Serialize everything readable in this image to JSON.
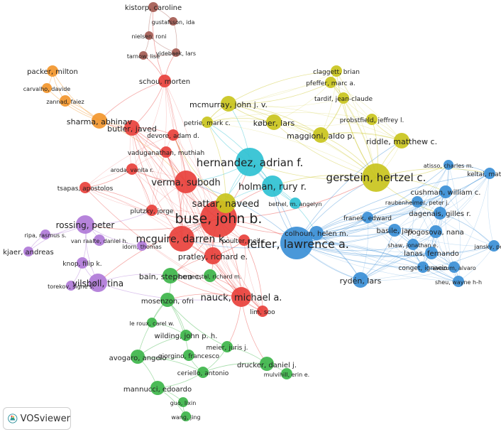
{
  "clusters": {
    "red": "#e8413c",
    "green": "#3db54a",
    "blue": "#3b8fd6",
    "yellow": "#c9c41d",
    "purple": "#b07ad8",
    "cyan": "#2fc1d3",
    "orange": "#f2962c",
    "brown": "#a45b52"
  },
  "nodes": [
    {
      "id": "buse",
      "label": "buse, john b.",
      "c": "red",
      "size": 26
    },
    {
      "id": "leiter",
      "label": "leiter, lawrence a.",
      "c": "blue",
      "size": 23
    },
    {
      "id": "hernandez",
      "label": "hernandez, adrian f.",
      "c": "cyan",
      "size": 20
    },
    {
      "id": "gerstein",
      "label": "gerstein, hertzel c.",
      "c": "yellow",
      "size": 20
    },
    {
      "id": "mcguire",
      "label": "mcguire, darren k.",
      "c": "red",
      "size": 18
    },
    {
      "id": "verma",
      "label": "verma, subodh",
      "c": "red",
      "size": 16
    },
    {
      "id": "holman",
      "label": "holman, rury r.",
      "c": "cyan",
      "size": 15
    },
    {
      "id": "sattar",
      "label": "sattar, naveed",
      "c": "yellow",
      "size": 14
    },
    {
      "id": "nauck",
      "label": "nauck, michael a.",
      "c": "red",
      "size": 14
    },
    {
      "id": "rossing",
      "label": "rossing, peter",
      "c": "purple",
      "size": 13
    },
    {
      "id": "vilsboll",
      "label": "vilsbøll, tina",
      "c": "purple",
      "size": 13
    },
    {
      "id": "pratley",
      "label": "pratley, richard e.",
      "c": "red",
      "size": 12
    },
    {
      "id": "sharma",
      "label": "sharma, abhinav",
      "c": "orange",
      "size": 11
    },
    {
      "id": "butler",
      "label": "butler, javed",
      "c": "red",
      "size": 11
    },
    {
      "id": "maggioni",
      "label": "maggioni, aldo p.",
      "c": "yellow",
      "size": 11
    },
    {
      "id": "riddle",
      "label": "riddle, matthew c.",
      "c": "yellow",
      "size": 11
    },
    {
      "id": "ryden",
      "label": "rydén, lars",
      "c": "blue",
      "size": 11
    },
    {
      "id": "kober",
      "label": "køber, lars",
      "c": "yellow",
      "size": 11
    },
    {
      "id": "mcmurray",
      "label": "mcmurray, john j. v.",
      "c": "yellow",
      "size": 11
    },
    {
      "id": "bain",
      "label": "bain, stephen c.",
      "c": "green",
      "size": 11
    },
    {
      "id": "colhoun",
      "label": "colhoun, helen m.",
      "c": "blue",
      "size": 10
    },
    {
      "id": "mosenzon",
      "label": "mosenzon, ofri",
      "c": "green",
      "size": 10
    },
    {
      "id": "drucker",
      "label": "drucker, daniel j.",
      "c": "green",
      "size": 10
    },
    {
      "id": "avogaro",
      "label": "avogaro, angelo",
      "c": "green",
      "size": 10
    },
    {
      "id": "mannucci",
      "label": "mannucci, edoardo",
      "c": "green",
      "size": 10
    },
    {
      "id": "cushman",
      "label": "cushman, william c.",
      "c": "blue",
      "size": 9
    },
    {
      "id": "pogosova",
      "label": "pogosova, nana",
      "c": "blue",
      "size": 9
    },
    {
      "id": "lanas",
      "label": "lanas, fernando",
      "c": "blue",
      "size": 9
    },
    {
      "id": "dagenais",
      "label": "dagenais, gilles r.",
      "c": "blue",
      "size": 9
    },
    {
      "id": "basile",
      "label": "basile, jan",
      "c": "blue",
      "size": 9
    },
    {
      "id": "schou",
      "label": "schou, morten",
      "c": "red",
      "size": 9
    },
    {
      "id": "petrie",
      "label": "petrie, mark c.",
      "c": "yellow",
      "size": 8
    },
    {
      "id": "claggett",
      "label": "claggett, brian",
      "c": "yellow",
      "size": 8
    },
    {
      "id": "pfeffer",
      "label": "pfeffer, marc a.",
      "c": "yellow",
      "size": 8
    },
    {
      "id": "tardif",
      "label": "tardif, jean-claude",
      "c": "yellow",
      "size": 8
    },
    {
      "id": "probstfield",
      "label": "probstfield, jeffrey l.",
      "c": "yellow",
      "size": 8
    },
    {
      "id": "devore",
      "label": "devore, adam d.",
      "c": "red",
      "size": 8
    },
    {
      "id": "vaduganathan",
      "label": "vaduganathan, muthiah",
      "c": "red",
      "size": 8
    },
    {
      "id": "arodaa",
      "label": "aroda, vanita r.",
      "c": "red",
      "size": 8
    },
    {
      "id": "tsapas",
      "label": "tsapas, apostolos",
      "c": "red",
      "size": 8
    },
    {
      "id": "plutzky",
      "label": "plutzky, jorge",
      "c": "red",
      "size": 8
    },
    {
      "id": "packer",
      "label": "packer, milton",
      "c": "orange",
      "size": 8
    },
    {
      "id": "carvalho",
      "label": "carvalho, davide",
      "c": "orange",
      "size": 7
    },
    {
      "id": "zannad",
      "label": "zannad, faiez",
      "c": "orange",
      "size": 8
    },
    {
      "id": "kistorp",
      "label": "kistorp, caroline",
      "c": "brown",
      "size": 7
    },
    {
      "id": "gustafsson",
      "label": "gustafsson, ida",
      "c": "brown",
      "size": 6
    },
    {
      "id": "nielsen",
      "label": "nielsen, roni",
      "c": "brown",
      "size": 6
    },
    {
      "id": "tarnow",
      "label": "tarnow, lise",
      "c": "brown",
      "size": 6
    },
    {
      "id": "videbaek",
      "label": "videbaek, lars",
      "c": "brown",
      "size": 6
    },
    {
      "id": "bethel",
      "label": "bethel, m. angelyn",
      "c": "cyan",
      "size": 8
    },
    {
      "id": "franek",
      "label": "franek, edward",
      "c": "blue",
      "size": 8
    },
    {
      "id": "raubenheimer",
      "label": "raubenheimer, peter j.",
      "c": "blue",
      "size": 8
    },
    {
      "id": "shaw",
      "label": "shaw, jonathan e.",
      "c": "blue",
      "size": 8
    },
    {
      "id": "conget",
      "label": "conget, ignacio",
      "c": "blue",
      "size": 8
    },
    {
      "id": "avezum",
      "label": "avezum, alvaro",
      "c": "blue",
      "size": 8
    },
    {
      "id": "sheu",
      "label": "sheu, wayne h-h",
      "c": "blue",
      "size": 8
    },
    {
      "id": "atisso",
      "label": "atisso, charles m.",
      "c": "blue",
      "size": 7
    },
    {
      "id": "keltai",
      "label": "keltai, matyas",
      "c": "blue",
      "size": 8
    },
    {
      "id": "jansky",
      "label": "jansky, petr",
      "c": "blue",
      "size": 8
    },
    {
      "id": "poulter",
      "label": "poulter, neil r.",
      "c": "red",
      "size": 8
    },
    {
      "id": "bergenstal",
      "label": "bergenstal, richard m.",
      "c": "green",
      "size": 9
    },
    {
      "id": "lim",
      "label": "lim, soo",
      "c": "red",
      "size": 8
    },
    {
      "id": "idorn",
      "label": "idorn, thomas",
      "c": "purple",
      "size": 7
    },
    {
      "id": "vanraalte",
      "label": "van raalte, daniel h.",
      "c": "purple",
      "size": 8
    },
    {
      "id": "ripa",
      "label": "ripa, rasmus s.",
      "c": "purple",
      "size": 7
    },
    {
      "id": "kjaer",
      "label": "kjaer, andreas",
      "c": "purple",
      "size": 7
    },
    {
      "id": "knop",
      "label": "knop, filip k.",
      "c": "purple",
      "size": 8
    },
    {
      "id": "torekov",
      "label": "torekov, signe s.",
      "c": "purple",
      "size": 7
    },
    {
      "id": "leroux",
      "label": "le roux, carel w.",
      "c": "green",
      "size": 7
    },
    {
      "id": "wilding",
      "label": "wilding, john p. h.",
      "c": "green",
      "size": 8
    },
    {
      "id": "meier",
      "label": "meier, juris j.",
      "c": "green",
      "size": 8
    },
    {
      "id": "giorgino",
      "label": "giorgino, francesco",
      "c": "green",
      "size": 8
    },
    {
      "id": "ceriello",
      "label": "ceriello, antonio",
      "c": "green",
      "size": 8
    },
    {
      "id": "mulvihill",
      "label": "mulvihill, erin e.",
      "c": "green",
      "size": 8
    },
    {
      "id": "guolixin",
      "label": "guo, lixin",
      "c": "green",
      "size": 7
    },
    {
      "id": "wangjing",
      "label": "wang, jing",
      "c": "green",
      "size": 7
    }
  ],
  "links": [
    [
      "buse",
      "leiter"
    ],
    [
      "buse",
      "mcguire"
    ],
    [
      "buse",
      "verma"
    ],
    [
      "buse",
      "sattar"
    ],
    [
      "buse",
      "nauck"
    ],
    [
      "buse",
      "pratley"
    ],
    [
      "buse",
      "rossing"
    ],
    [
      "buse",
      "hernandez"
    ],
    [
      "buse",
      "holman"
    ],
    [
      "buse",
      "gerstein"
    ],
    [
      "buse",
      "bain"
    ],
    [
      "buse",
      "vilsboll"
    ],
    [
      "buse",
      "butler"
    ],
    [
      "buse",
      "colhoun"
    ],
    [
      "buse",
      "plutzky"
    ],
    [
      "buse",
      "poulter"
    ],
    [
      "leiter",
      "gerstein"
    ],
    [
      "leiter",
      "ryden"
    ],
    [
      "leiter",
      "colhoun"
    ],
    [
      "leiter",
      "cushman"
    ],
    [
      "leiter",
      "pogosova"
    ],
    [
      "leiter",
      "lanas"
    ],
    [
      "leiter",
      "dagenais"
    ],
    [
      "leiter",
      "basile"
    ],
    [
      "leiter",
      "holman"
    ],
    [
      "leiter",
      "hernandez"
    ],
    [
      "leiter",
      "mcguire"
    ],
    [
      "leiter",
      "verma"
    ],
    [
      "leiter",
      "riddle"
    ],
    [
      "leiter",
      "franek"
    ],
    [
      "leiter",
      "keltai"
    ],
    [
      "leiter",
      "jansky"
    ],
    [
      "leiter",
      "sheu"
    ],
    [
      "leiter",
      "avezum"
    ],
    [
      "leiter",
      "conget"
    ],
    [
      "leiter",
      "shaw"
    ],
    [
      "leiter",
      "raubenheimer"
    ],
    [
      "leiter",
      "atisso"
    ],
    [
      "gerstein",
      "riddle"
    ],
    [
      "gerstein",
      "maggioni"
    ],
    [
      "gerstein",
      "hernandez"
    ],
    [
      "gerstein",
      "holman"
    ],
    [
      "gerstein",
      "kober"
    ],
    [
      "gerstein",
      "mcmurray"
    ],
    [
      "gerstein",
      "claggett"
    ],
    [
      "gerstein",
      "pfeffer"
    ],
    [
      "gerstein",
      "tardif"
    ],
    [
      "gerstein",
      "probstfield"
    ],
    [
      "gerstein",
      "cushman"
    ],
    [
      "gerstein",
      "dagenais"
    ],
    [
      "gerstein",
      "keltai"
    ],
    [
      "gerstein",
      "atisso"
    ],
    [
      "hernandez",
      "holman"
    ],
    [
      "hernandez",
      "sattar"
    ],
    [
      "hernandez",
      "verma"
    ],
    [
      "hernandez",
      "mcmurray"
    ],
    [
      "hernandez",
      "petrie"
    ],
    [
      "hernandez",
      "bethel"
    ],
    [
      "hernandez",
      "mcguire"
    ],
    [
      "mcmurray",
      "kober"
    ],
    [
      "mcmurray",
      "maggioni"
    ],
    [
      "mcmurray",
      "petrie"
    ],
    [
      "mcmurray",
      "claggett"
    ],
    [
      "mcmurray",
      "pfeffer"
    ],
    [
      "kober",
      "maggioni"
    ],
    [
      "kober",
      "petrie"
    ],
    [
      "maggioni",
      "riddle"
    ],
    [
      "maggioni",
      "tardif"
    ],
    [
      "riddle",
      "probstfield"
    ],
    [
      "claggett",
      "pfeffer"
    ],
    [
      "pfeffer",
      "tardif"
    ],
    [
      "verma",
      "mcguire"
    ],
    [
      "verma",
      "sattar"
    ],
    [
      "verma",
      "butler"
    ],
    [
      "verma",
      "vaduganathan"
    ],
    [
      "verma",
      "devore"
    ],
    [
      "verma",
      "arodaa"
    ],
    [
      "mcguire",
      "pratley"
    ],
    [
      "mcguire",
      "nauck"
    ],
    [
      "mcguire",
      "sattar"
    ],
    [
      "mcguire",
      "butler"
    ],
    [
      "mcguire",
      "vaduganathan"
    ],
    [
      "butler",
      "devore"
    ],
    [
      "butler",
      "vaduganathan"
    ],
    [
      "butler",
      "sharma"
    ],
    [
      "butler",
      "schou"
    ],
    [
      "schou",
      "kistorp"
    ],
    [
      "schou",
      "tarnow"
    ],
    [
      "schou",
      "videbaek"
    ],
    [
      "schou",
      "sharma"
    ],
    [
      "kistorp",
      "gustafsson"
    ],
    [
      "kistorp",
      "nielsen"
    ],
    [
      "nielsen",
      "tarnow"
    ],
    [
      "nielsen",
      "videbaek"
    ],
    [
      "gustafsson",
      "videbaek"
    ],
    [
      "tarnow",
      "videbaek"
    ],
    [
      "sharma",
      "packer"
    ],
    [
      "sharma",
      "zannad"
    ],
    [
      "sharma",
      "carvalho"
    ],
    [
      "packer",
      "zannad"
    ],
    [
      "packer",
      "carvalho"
    ],
    [
      "zannad",
      "butler"
    ],
    [
      "sharma",
      "verma"
    ],
    [
      "rossing",
      "vilsboll"
    ],
    [
      "rossing",
      "ripa"
    ],
    [
      "rossing",
      "kjaer"
    ],
    [
      "rossing",
      "knop"
    ],
    [
      "rossing",
      "idorn"
    ],
    [
      "rossing",
      "vanraalte"
    ],
    [
      "rossing",
      "plutzky"
    ],
    [
      "vilsboll",
      "knop"
    ],
    [
      "vilsboll",
      "torekov"
    ],
    [
      "vilsboll",
      "bain"
    ],
    [
      "vilsboll",
      "nauck"
    ],
    [
      "knop",
      "torekov"
    ],
    [
      "ripa",
      "kjaer"
    ],
    [
      "nauck",
      "bain"
    ],
    [
      "nauck",
      "mosenzon"
    ],
    [
      "nauck",
      "pratley"
    ],
    [
      "nauck",
      "lim"
    ],
    [
      "nauck",
      "meier"
    ],
    [
      "nauck",
      "drucker"
    ],
    [
      "nauck",
      "bergenstal"
    ],
    [
      "pratley",
      "bain"
    ],
    [
      "pratley",
      "bergenstal"
    ],
    [
      "pratley",
      "poulter"
    ],
    [
      "bain",
      "mosenzon"
    ],
    [
      "mosenzon",
      "leroux"
    ],
    [
      "mosenzon",
      "wilding"
    ],
    [
      "mosenzon",
      "avogaro"
    ],
    [
      "mosenzon",
      "giorgino"
    ],
    [
      "mosenzon",
      "meier"
    ],
    [
      "avogaro",
      "mannucci"
    ],
    [
      "avogaro",
      "giorgino"
    ],
    [
      "avogaro",
      "ceriello"
    ],
    [
      "mannucci",
      "ceriello"
    ],
    [
      "mannucci",
      "guolixin"
    ],
    [
      "guolixin",
      "wangjing"
    ],
    [
      "drucker",
      "mulvihill"
    ],
    [
      "drucker",
      "meier"
    ],
    [
      "ceriello",
      "giorgino"
    ],
    [
      "ceriello",
      "meier"
    ],
    [
      "leroux",
      "wilding"
    ],
    [
      "wilding",
      "avogaro"
    ],
    [
      "mannucci",
      "wangjing"
    ],
    [
      "drucker",
      "ceriello"
    ],
    [
      "holman",
      "bethel"
    ],
    [
      "holman",
      "sattar"
    ],
    [
      "holman",
      "colhoun"
    ],
    [
      "holman",
      "petrie"
    ],
    [
      "colhoun",
      "ryden"
    ],
    [
      "colhoun",
      "basile"
    ],
    [
      "colhoun",
      "franek"
    ],
    [
      "ryden",
      "basile"
    ],
    [
      "ryden",
      "lanas"
    ],
    [
      "cushman",
      "dagenais"
    ],
    [
      "cushman",
      "raubenheimer"
    ],
    [
      "pogosova",
      "lanas"
    ],
    [
      "pogosova",
      "shaw"
    ],
    [
      "lanas",
      "conget"
    ],
    [
      "lanas",
      "avezum"
    ],
    [
      "conget",
      "sheu"
    ],
    [
      "dagenais",
      "keltai"
    ],
    [
      "keltai",
      "atisso"
    ],
    [
      "dagenais",
      "jansky"
    ],
    [
      "raubenheimer",
      "franek"
    ],
    [
      "basile",
      "shaw"
    ],
    [
      "shaw",
      "conget"
    ],
    [
      "avezum",
      "sheu"
    ],
    [
      "sattar",
      "petrie"
    ],
    [
      "sattar",
      "devore"
    ],
    [
      "tsapas",
      "arodaa"
    ],
    [
      "tsapas",
      "plutzky"
    ],
    [
      "plutzky",
      "arodaa"
    ],
    [
      "poulter",
      "lim"
    ],
    [
      "lim",
      "bergenstal"
    ]
  ],
  "badge": {
    "label": "VOSviewer"
  }
}
